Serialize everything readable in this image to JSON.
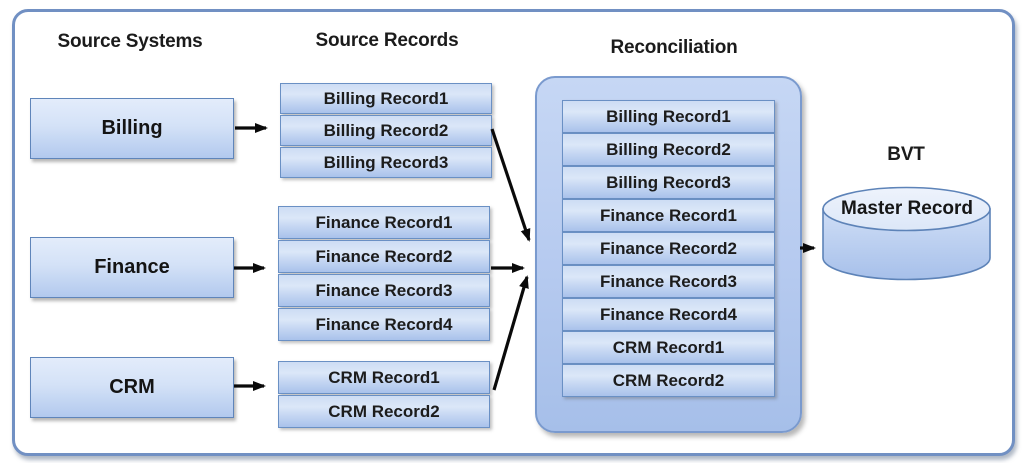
{
  "headings": {
    "source_systems": "Source Systems",
    "source_records": "Source Records",
    "reconciliation": "Reconciliation",
    "bvt": "BVT"
  },
  "source_systems": [
    {
      "label": "Billing"
    },
    {
      "label": "Finance"
    },
    {
      "label": "CRM"
    }
  ],
  "source_record_groups": [
    {
      "system": "Billing",
      "records": [
        "Billing Record1",
        "Billing Record2",
        "Billing Record3"
      ]
    },
    {
      "system": "Finance",
      "records": [
        "Finance Record1",
        "Finance Record2",
        "Finance Record3",
        "Finance Record4"
      ]
    },
    {
      "system": "CRM",
      "records": [
        "CRM Record1",
        "CRM Record2"
      ]
    }
  ],
  "reconciliation": {
    "records": [
      "Billing Record1",
      "Billing Record2",
      "Billing Record3",
      "Finance Record1",
      "Finance Record2",
      "Finance Record3",
      "Finance Record4",
      "CRM Record1",
      "CRM Record2"
    ]
  },
  "bvt": {
    "cylinder_label": "Master Record"
  },
  "colors": {
    "frame_border": "#7190c3",
    "box_border": "#6a90c4",
    "box_fill_top": "#dbe7f8",
    "box_fill_bottom": "#a9c2eb",
    "arrow": "#0a0a0a",
    "text": "#1b1b1b"
  }
}
